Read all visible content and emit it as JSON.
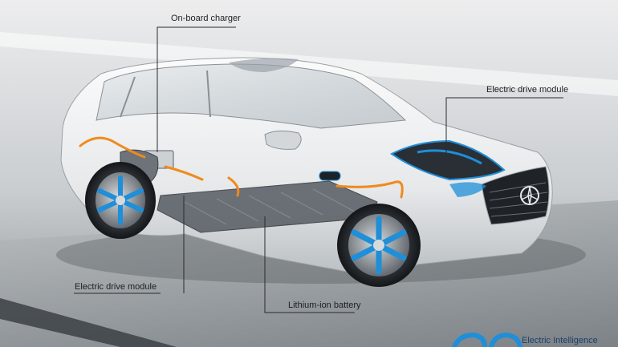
{
  "callouts": {
    "on_board_charger": "On-board charger",
    "electric_drive_module_front": "Electric drive module",
    "electric_drive_module_rear": "Electric drive module",
    "lithium_ion_battery": "Lithium-ion battery"
  },
  "brand": {
    "tagline": "Electric Intelligence",
    "logo_color": "#1e8fd8"
  },
  "colors": {
    "accent_blue": "#1e8fd8",
    "cable_orange": "#f08a1c",
    "callout_line": "#2a2c2f"
  }
}
